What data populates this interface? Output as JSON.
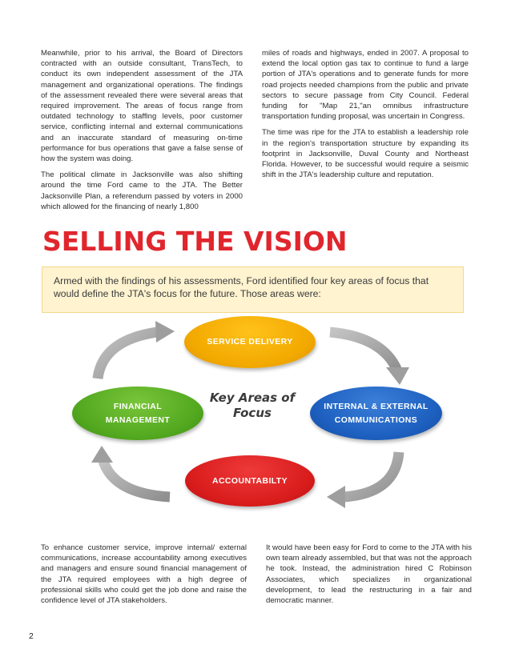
{
  "top_left": {
    "paragraphs": [
      "Meanwhile, prior to his arrival, the Board of Directors contracted with an outside consultant, TransTech, to conduct its own independent assessment of the JTA management and organizational operations. The findings of the assessment revealed there were several areas that required improvement. The areas of focus range from outdated technology to staffing levels, poor customer service, conflicting internal and external communications and an inaccurate standard of measuring on-time performance for bus operations that gave a false sense of how the system was doing.",
      "The political climate in Jacksonville was also shifting around the time Ford came to the JTA. The Better Jacksonville Plan, a referendum passed by voters in 2000 which allowed for the financing of nearly 1,800"
    ]
  },
  "top_right": {
    "paragraphs": [
      "miles of roads and highways, ended in 2007. A proposal to extend the local option gas tax to continue to fund a large portion of JTA's operations and to generate funds for more road projects needed champions from the public and private sectors to secure passage from City Council. Federal funding for \"Map 21,\"an omnibus infrastructure transportation funding proposal, was uncertain in Congress.",
      "The time was ripe for the JTA to establish a leadership role in the region's transportation structure by expanding its footprint in Jacksonville, Duval County and Northeast Florida. However, to be successful would require a seismic shift in the JTA's leadership culture and reputation."
    ]
  },
  "section_title": "SELLING THE VISION",
  "intro": "Armed with the findings of his assessments, Ford identified four key areas of focus that would define the JTA's focus for the future. Those areas were:",
  "diagram": {
    "center": "Key Areas of Focus",
    "service": "SERVICE DELIVERY",
    "finance_line1": "FINANCIAL",
    "finance_line2": "MANAGEMENT",
    "comm_line1": "INTERNAL & EXTERNAL",
    "comm_line2": "COMMUNICATIONS",
    "account": "ACCOUNTABILTY",
    "colors": {
      "service": "#f2a900",
      "finance": "#52a81f",
      "comm": "#1d5fbf",
      "account": "#d91c1c",
      "arrows": "#a8a8a8"
    }
  },
  "bottom_left": "To enhance customer service, improve internal/ external communications, increase accountability among executives and managers and ensure sound financial management of the JTA required employees with a high degree of professional skills who could get the job done and raise the confidence level of JTA stakeholders.",
  "bottom_right": "It would have been easy for Ford to come to the JTA with his own team already assembled, but that was not the approach he took. Instead, the administration hired C Robinson Associates, which specializes in organizational development, to lead the restructuring in a fair and democratic manner.",
  "page_number": "2",
  "colors": {
    "title": "#e0262d",
    "intro_bg": "#fff3d0"
  }
}
